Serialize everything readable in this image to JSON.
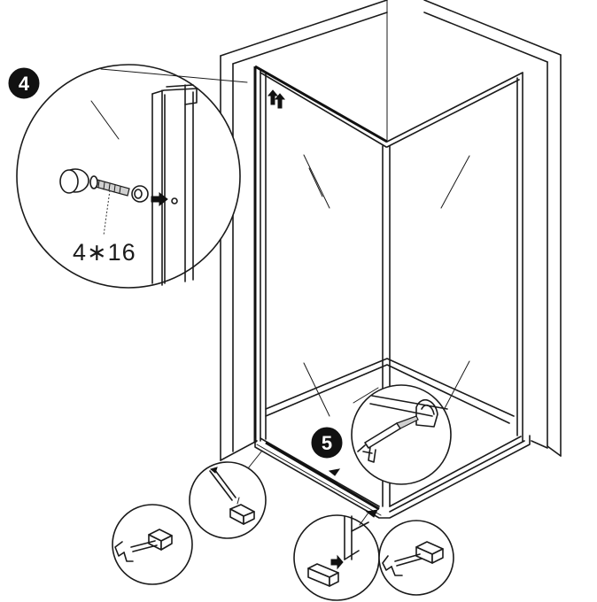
{
  "steps": {
    "step4": "4",
    "step5": "5"
  },
  "screw_size_label": "4∗16"
}
